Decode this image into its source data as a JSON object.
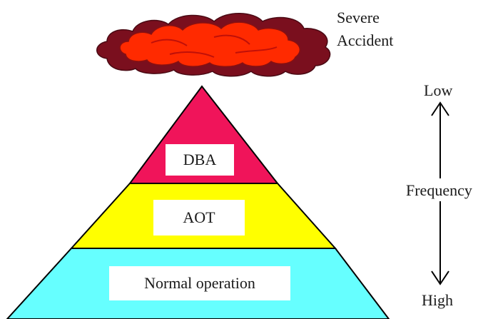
{
  "cloud": {
    "label_line1": "Severe",
    "label_line2": "Accident",
    "fill_color": "#ff2a00",
    "outer_color": "#7a0f1e",
    "icon": "cloud-icon"
  },
  "pyramid": {
    "top_tier": {
      "label": "DBA",
      "color": "#f0145a"
    },
    "middle_tier": {
      "label": "AOT",
      "color": "#ffff00"
    },
    "bottom_tier": {
      "label": "Normal operation",
      "color": "#66ffff"
    }
  },
  "frequency_axis": {
    "top_label": "Low",
    "middle_label": "Frequency",
    "bottom_label": "High",
    "icon": "double-arrow-icon"
  }
}
